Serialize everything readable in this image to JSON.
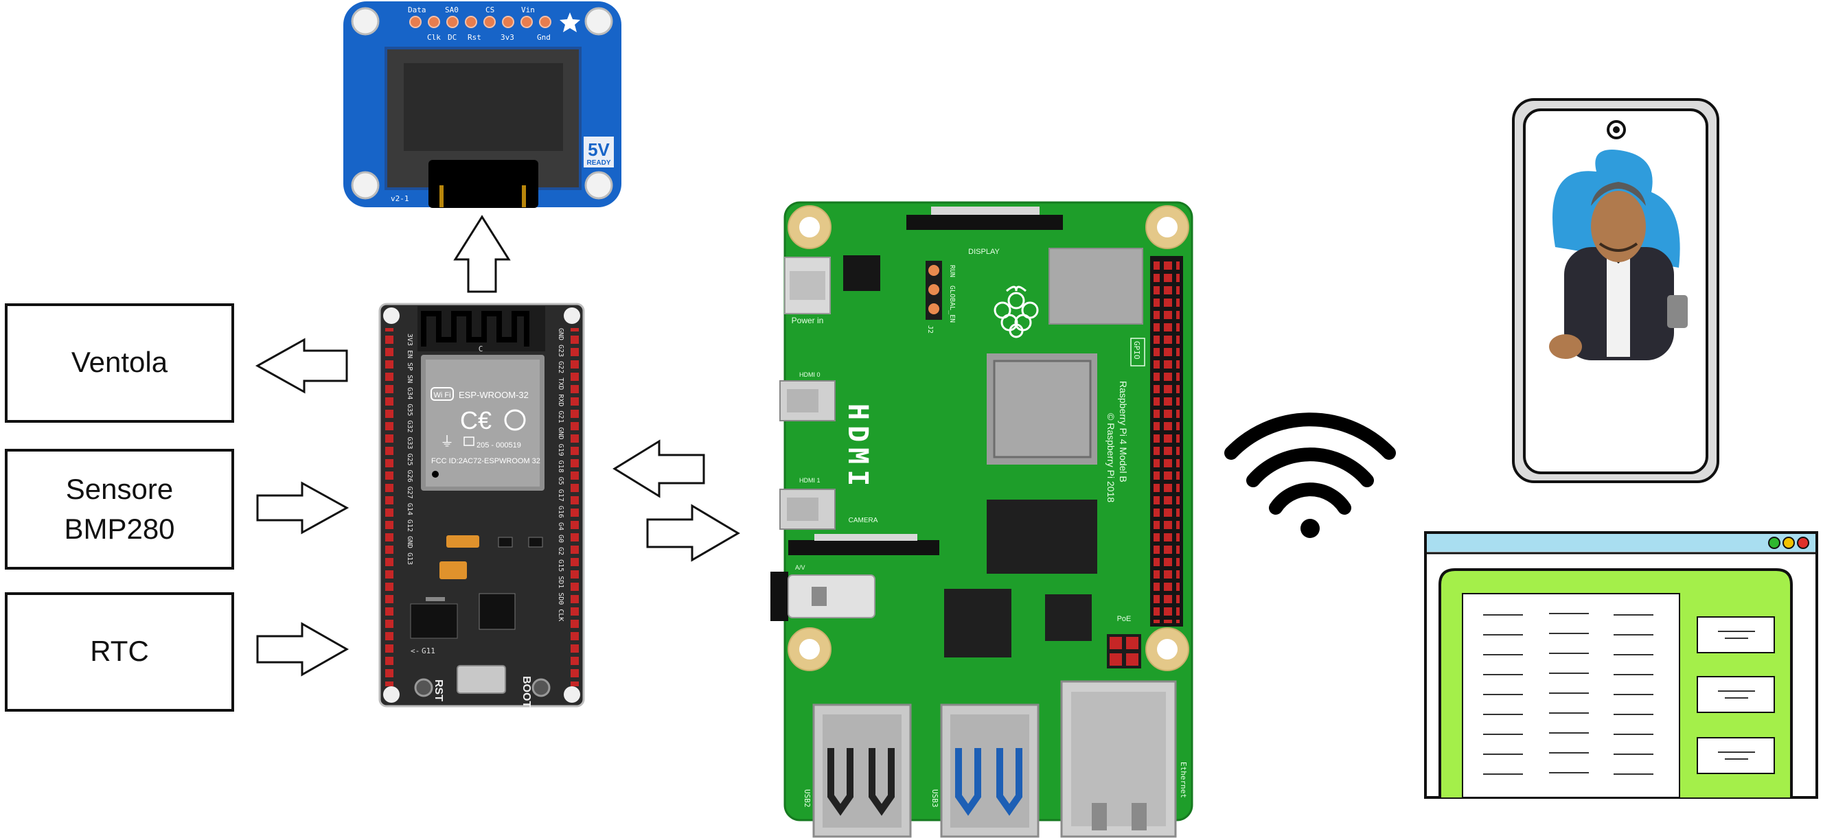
{
  "boxes": {
    "ventola": "Ventola",
    "sensore_line1": "Sensore",
    "sensore_line2": "BMP280",
    "rtc": "RTC"
  },
  "oled": {
    "pins_top": [
      "Data",
      "SA0",
      "CS",
      "Vin"
    ],
    "pins_bottom": [
      "Clk",
      "DC",
      "Rst",
      "3v3",
      "Gnd"
    ],
    "badge_big": "5V",
    "badge_small": "READY",
    "version": "v2-1"
  },
  "esp32": {
    "module": "ESP-WROOM-32",
    "cert": "205 - 000519",
    "fcc": "FCC ID:2AC72-ESPWROOM 32",
    "rst": "RST",
    "boot": "BOOT",
    "g11": "G11",
    "colors": {
      "board": "#2b2b2b",
      "module": "#9a9a9a",
      "pin": "#d22b2b"
    }
  },
  "rpi": {
    "display": "DISPLAY",
    "power": "Power in",
    "run": "RUN",
    "global_en": "GLOBAL_EN",
    "j2": "J2",
    "hdmi": "HDMI",
    "hdmi0": "HDMI 0",
    "hdmi1": "HDMI 1",
    "camera": "CAMERA",
    "av": "A/V",
    "gpio": "GPIO",
    "model_line1": "Raspberry Pi 4 Model B",
    "model_line2": "© Raspberry Pi 2018",
    "poe": "PoE",
    "usb2": "USB2",
    "usb3": "USB3",
    "ethernet": "Ethernet",
    "colors": {
      "board": "#1e9e2a",
      "chip": "#1f1f1f",
      "usb3": "#1d5fb5"
    }
  },
  "browser": {
    "colors": {
      "titlebar": "#a9def0",
      "page": "#a4ef4a",
      "dot1": "#2eb82e",
      "dot2": "#f2c200",
      "dot3": "#e0302a"
    }
  },
  "icons": [
    "wifi-icon",
    "phone-icon",
    "raspberry-logo-icon",
    "wifi-logo-icon"
  ]
}
